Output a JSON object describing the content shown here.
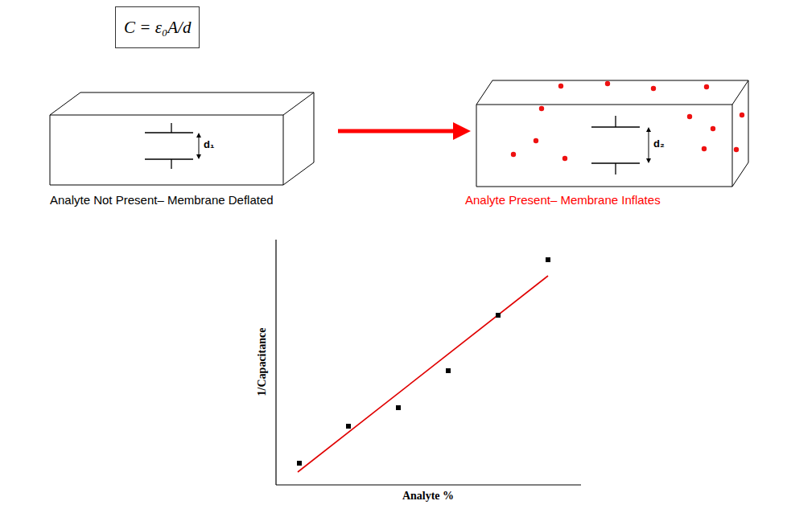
{
  "diagram": {
    "nodes": [
      {
        "text": [
          "C = ε₀A/d"
        ]
      },
      {
        "text": [
          "d₁"
        ]
      },
      {
        "text": [
          "d₂"
        ]
      }
    ],
    "edges": [
      {
        "from": 1,
        "to": 2,
        "arrow": "to"
      }
    ],
    "labels": [
      "Analyte Not Present– Membrane Deflated",
      "Analyte Present– Membrane Inflates",
      "1/Capacitance",
      "Analyte %"
    ]
  }
}
